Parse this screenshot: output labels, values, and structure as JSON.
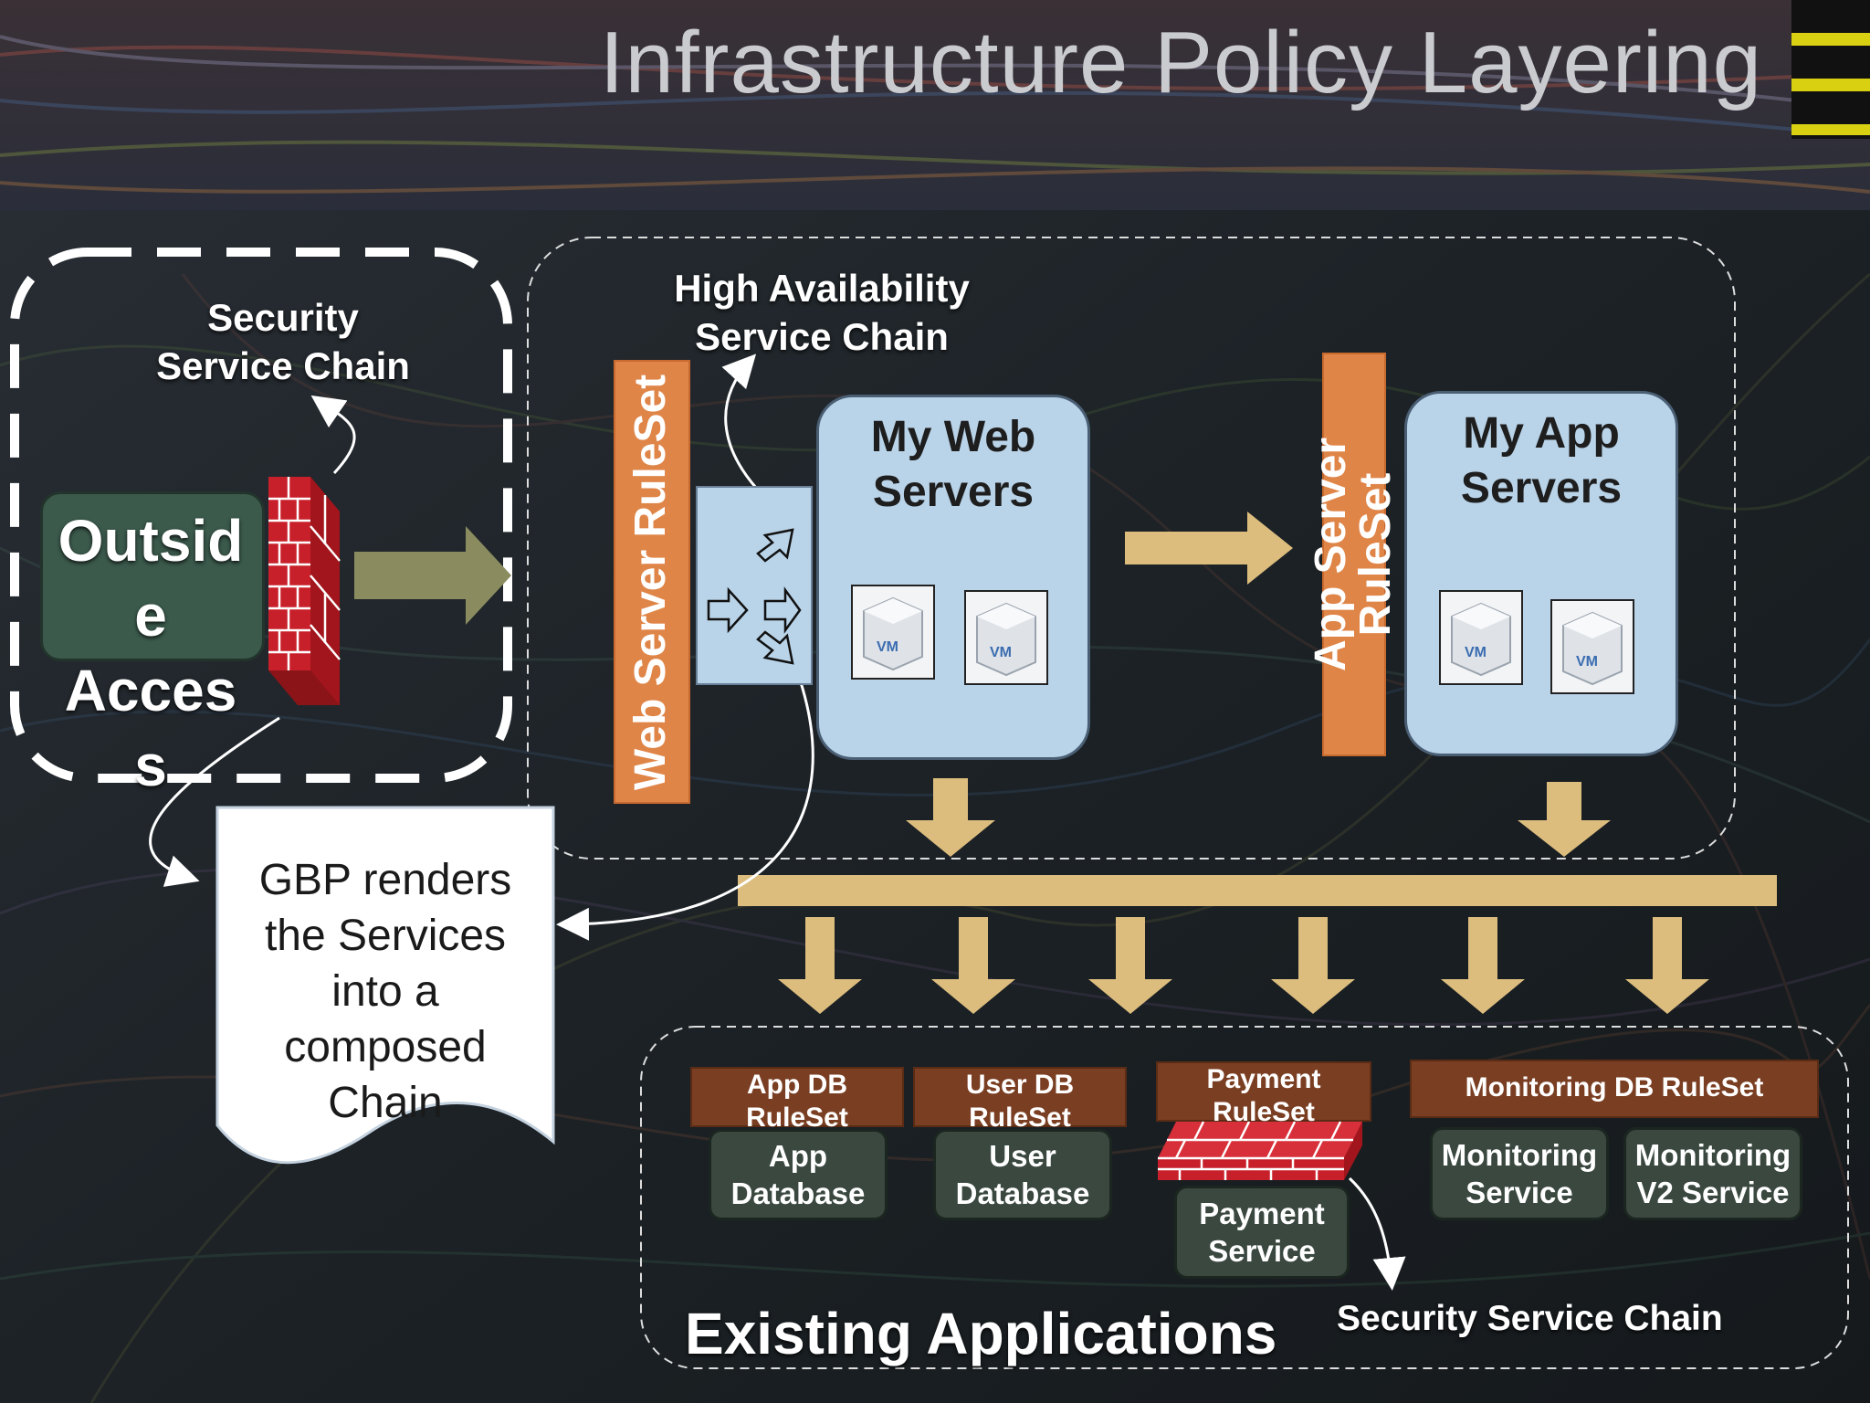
{
  "title": "Infrastructure Policy Layering",
  "security_chain_top": "Security\nService Chain",
  "outside_access": "Outsid\ne\nAcces\ns",
  "ha_chain": "High Availability\nService Chain",
  "web_ruleset": "Web Server RuleSet",
  "web_servers": "My Web\nServers",
  "app_ruleset": "App Server\nRuleSet",
  "app_servers": "My App\nServers",
  "vm_label": "VM",
  "gbp_note": "GBP renders\nthe Services\ninto a\ncomposed\nChain",
  "app_db_ruleset": "App DB\nRuleSet",
  "app_database": "App\nDatabase",
  "user_db_ruleset": "User DB\nRuleSet",
  "user_database": "User\nDatabase",
  "payment_ruleset": "Payment\nRuleSet",
  "payment_service": "Payment\nService",
  "monitoring_ruleset": "Monitoring DB RuleSet",
  "monitoring_service": "Monitoring\nService",
  "monitoring_v2_service": "Monitoring\nV2 Service",
  "existing_apps": "Existing Applications",
  "security_chain_bottom": "Security Service Chain",
  "colors": {
    "ruleset_orange": "#df8548",
    "server_blue": "#b9d3e8",
    "arrow_tan": "#dcbd7e",
    "arrow_olive": "#8a8c60",
    "db_ruleset_brown": "#7a3e22",
    "service_green": "#3a4840",
    "firewall_red": "#c8202a"
  }
}
